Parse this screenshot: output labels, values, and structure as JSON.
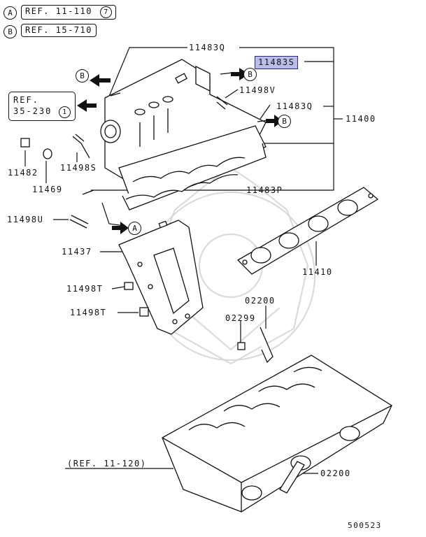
{
  "legend": [
    {
      "letter": "A",
      "ref": "REF. 11-110",
      "num": "7"
    },
    {
      "letter": "B",
      "ref": "REF. 15-710"
    }
  ],
  "ref_box": {
    "line1": "REF.",
    "line2": "35-230",
    "num": "1"
  },
  "head_ref": "(REF. 11-120)",
  "labels": {
    "p11483Q_top": "11483Q",
    "p11483S": "11483S",
    "p11498V": "11498V",
    "p11483Q_right": "11483Q",
    "p11400": "11400",
    "p11482": "11482",
    "p11498S": "11498S",
    "p11469": "11469",
    "p11483P": "11483P",
    "p11498U": "11498U",
    "p11437": "11437",
    "p11410": "11410",
    "p02200_top": "02200",
    "p02299": "02299",
    "p11498T_a": "11498T",
    "p11498T_b": "11498T",
    "p02200_bottom": "02200"
  },
  "markers": {
    "A": "A",
    "B": "B"
  },
  "footer_code": "500523",
  "colors": {
    "line": "#111111",
    "highlight": "#b9bde8",
    "watermark": "#d8d8d8"
  }
}
